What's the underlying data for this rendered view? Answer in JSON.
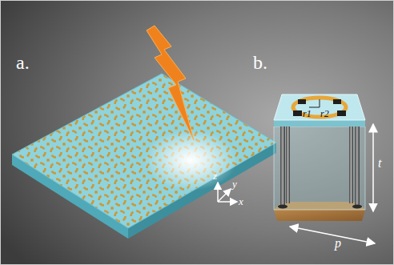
{
  "diagram": {
    "labels": [
      "a.",
      "b.",
      "r1",
      "r2",
      "t",
      "p",
      "x",
      "y",
      "z"
    ]
  }
}
